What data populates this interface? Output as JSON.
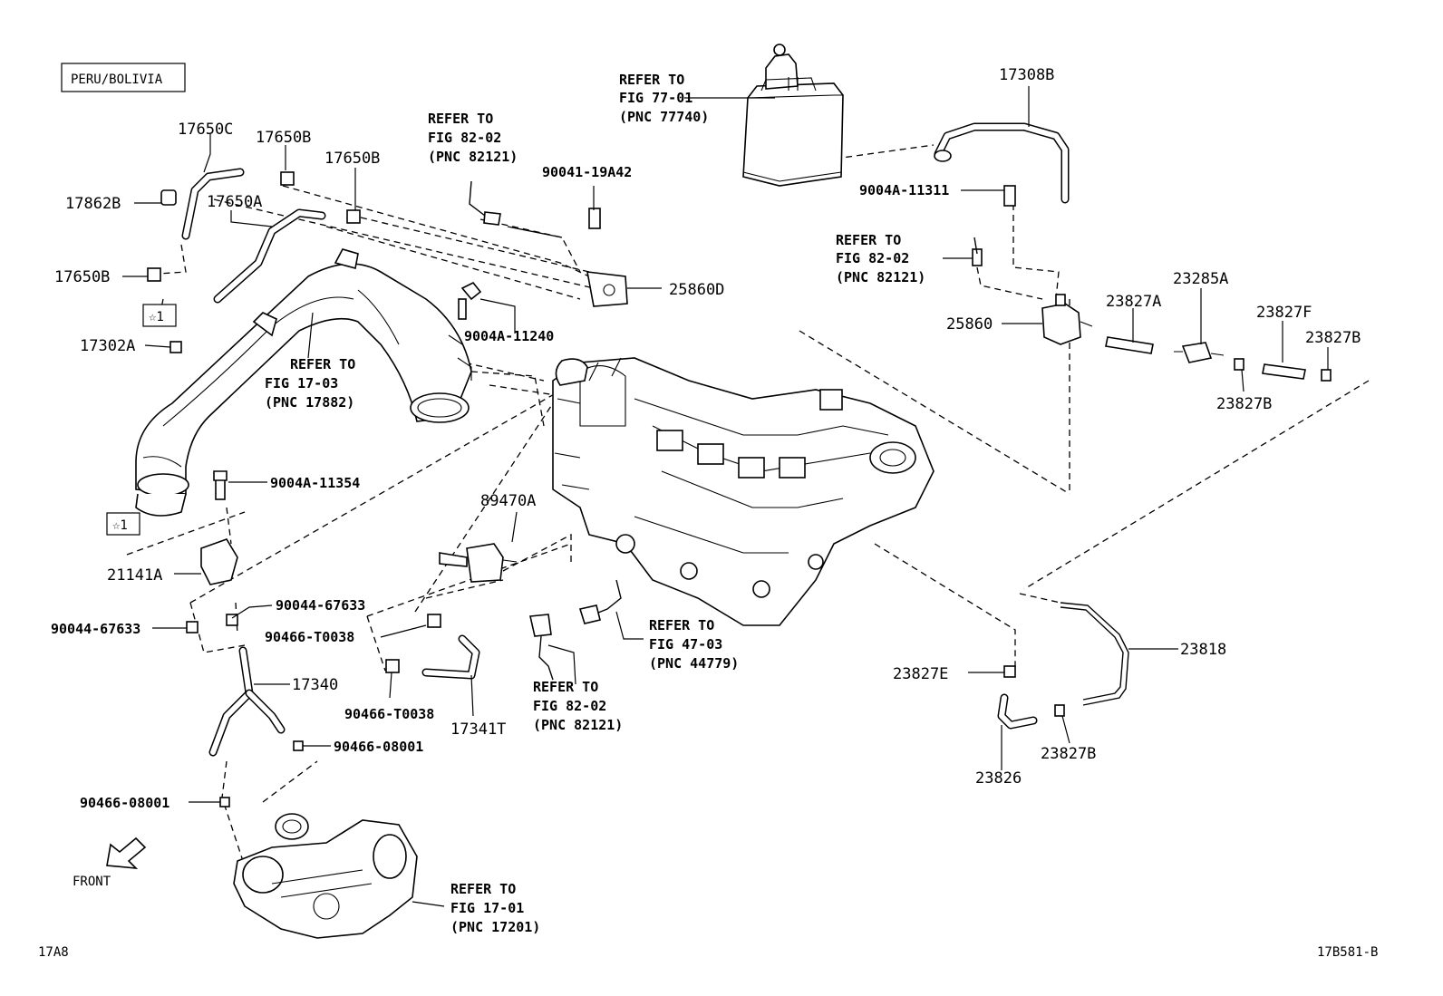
{
  "region_label": "PERU/BOLIVIA",
  "figure_code_left": "17A8",
  "figure_code_right": "17B581-B",
  "front_label": "FRONT",
  "star_marker": "☆1",
  "refer": {
    "fig77": [
      "REFER TO",
      "FIG 77-01",
      "(PNC 77740)"
    ],
    "fig82_top": [
      "REFER TO",
      "FIG 82-02",
      "(PNC 82121)"
    ],
    "fig82_right": [
      "REFER TO",
      "FIG 82-02",
      "(PNC 82121)"
    ],
    "fig17_03": [
      "REFER TO",
      "FIG 17-03",
      "(PNC 17882)"
    ],
    "fig47": [
      "REFER TO",
      "FIG 47-03",
      "(PNC 44779)"
    ],
    "fig82_bottom": [
      "REFER TO",
      "FIG 82-02",
      "(PNC 82121)"
    ],
    "fig17_01": [
      "REFER TO",
      "FIG 17-01",
      "(PNC 17201)"
    ]
  },
  "parts": {
    "p17650C": "17650C",
    "p17650B_a": "17650B",
    "p17650B_b": "17650B",
    "p17650B_c": "17650B",
    "p17650A": "17650A",
    "p17862B": "17862B",
    "p17302A": "17302A",
    "p90041": "90041-19A42",
    "p25860D": "25860D",
    "p9004A_11240": "9004A-11240",
    "p9004A_11354": "9004A-11354",
    "p21141A": "21141A",
    "p90044_a": "90044-67633",
    "p90044_b": "90044-67633",
    "p90466_T0038_a": "90466-T0038",
    "p90466_T0038_b": "90466-T0038",
    "p17340": "17340",
    "p17341T": "17341T",
    "p90466_08001_a": "90466-08001",
    "p90466_08001_b": "90466-08001",
    "p89470A": "89470A",
    "p17308B": "17308B",
    "p9004A_11311": "9004A-11311",
    "p25860": "25860",
    "p23827A": "23827A",
    "p23285A": "23285A",
    "p23827F": "23827F",
    "p23827B_a": "23827B",
    "p23827B_b": "23827B",
    "p23827B_c": "23827B",
    "p23827E": "23827E",
    "p23818": "23818",
    "p23826": "23826"
  }
}
